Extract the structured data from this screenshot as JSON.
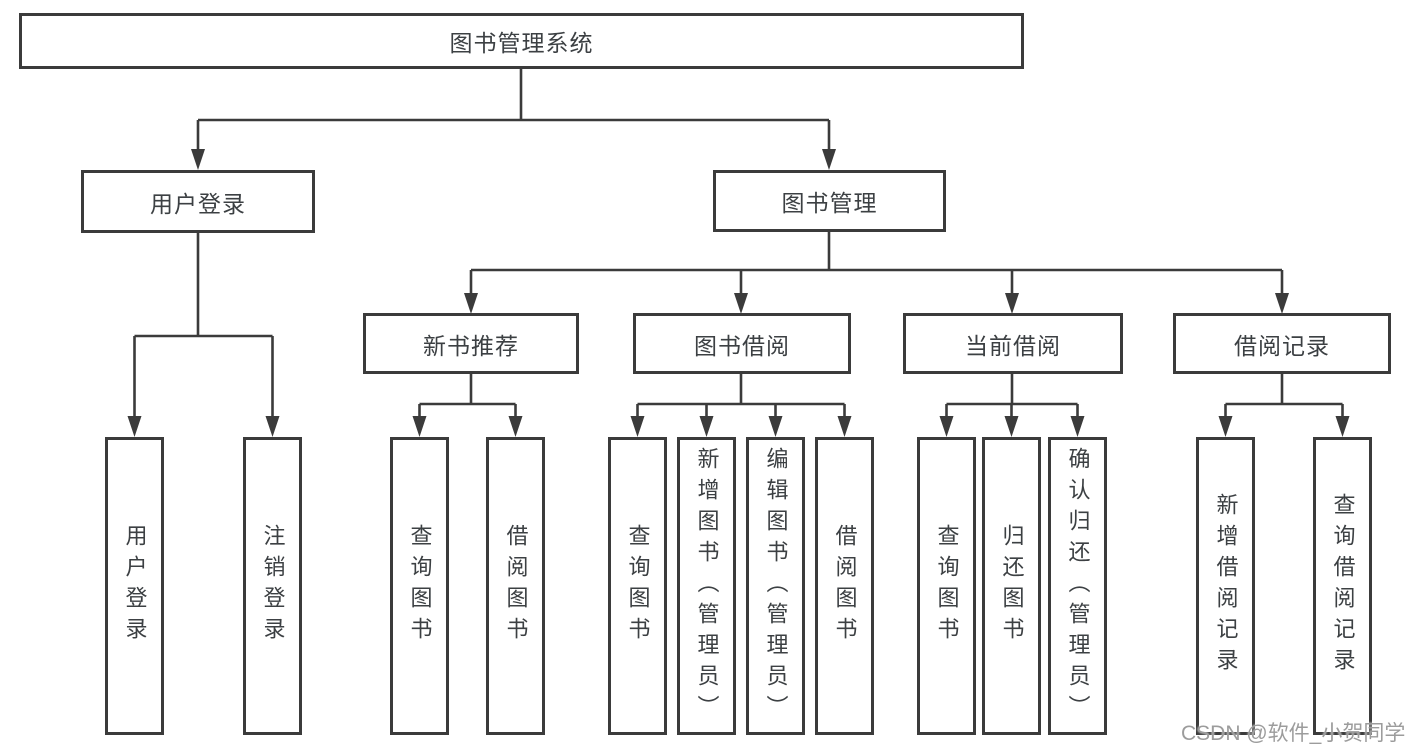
{
  "diagram": {
    "type": "hierarchy-tree",
    "title": "图书管理系统",
    "branches": [
      {
        "label": "用户登录",
        "children": [
          {
            "label": "用户登录"
          },
          {
            "label": "注销登录"
          }
        ]
      },
      {
        "label": "图书管理",
        "children": [
          {
            "label": "新书推荐",
            "children": [
              {
                "label": "查询图书"
              },
              {
                "label": "借阅图书"
              }
            ]
          },
          {
            "label": "图书借阅",
            "children": [
              {
                "label": "查询图书"
              },
              {
                "label": "新增图书（管理员）"
              },
              {
                "label": "编辑图书（管理员）"
              },
              {
                "label": "借阅图书"
              }
            ]
          },
          {
            "label": "当前借阅",
            "children": [
              {
                "label": "查询图书"
              },
              {
                "label": "归还图书"
              },
              {
                "label": "确认归还（管理员）"
              }
            ]
          },
          {
            "label": "借阅记录",
            "children": [
              {
                "label": "新增借阅记录"
              },
              {
                "label": "查询借阅记录"
              }
            ]
          }
        ]
      }
    ]
  },
  "watermark": {
    "text": "CSDN @软件_小贺同学"
  },
  "colors": {
    "line": "#3b3b3b",
    "box_border": "#3b3b3b",
    "text": "#3c4043",
    "background": "#ffffff",
    "watermark": "#9c9c9c"
  }
}
